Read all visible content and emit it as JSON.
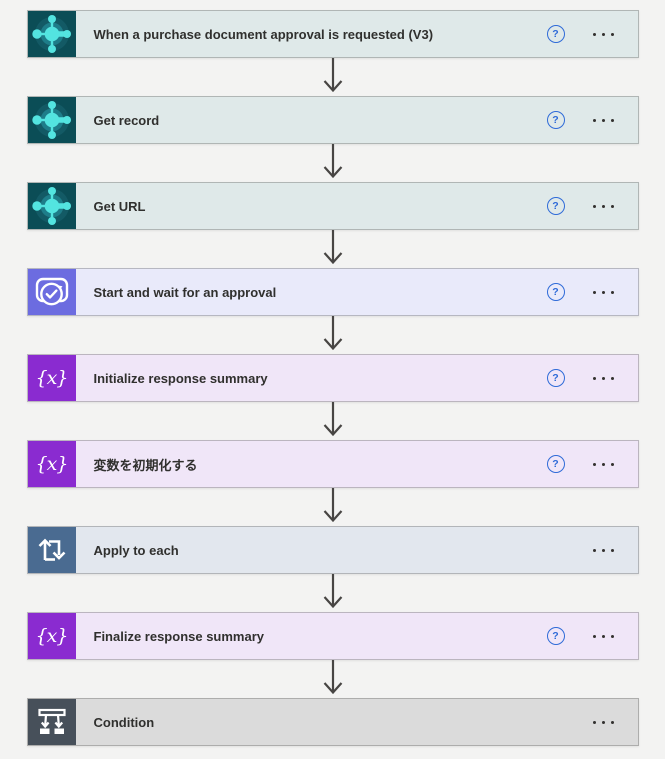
{
  "app": {
    "name": "Power Automate flow designer canvas"
  },
  "theme": {
    "page_bg": "#f3f3f2",
    "text_color": "#30302e",
    "arrow_color": "#474543",
    "help_icon_color": "#2f6bd8",
    "connectors": {
      "business_central": {
        "icon_bg": "#0b4d56",
        "card_bg": "#dfe9e9"
      },
      "approvals": {
        "icon_bg": "#6c6ce0",
        "card_bg": "#e9eafa"
      },
      "variables": {
        "icon_bg": "#8a2bd0",
        "card_bg": "#f0e6f8"
      },
      "apply_to_each": {
        "icon_bg": "#4a6b91",
        "card_bg": "#e2e7ee"
      },
      "condition": {
        "icon_bg": "#47505a",
        "card_bg": "#dbdbdb"
      }
    }
  },
  "glyphs": {
    "help": "?",
    "variable": "{x}"
  },
  "steps": [
    {
      "label": "When a purchase document approval is requested (V3)",
      "icon": "business-central-icon",
      "has_help": true,
      "has_menu": true
    },
    {
      "label": "Get record",
      "icon": "business-central-icon",
      "has_help": true,
      "has_menu": true
    },
    {
      "label": "Get URL",
      "icon": "business-central-icon",
      "has_help": true,
      "has_menu": true
    },
    {
      "label": "Start and wait for an approval",
      "icon": "approvals-icon",
      "has_help": true,
      "has_menu": true
    },
    {
      "label": "Initialize response summary",
      "icon": "variable-icon",
      "has_help": true,
      "has_menu": true
    },
    {
      "label": "変数を初期化する",
      "icon": "variable-icon",
      "has_help": true,
      "has_menu": true
    },
    {
      "label": "Apply to each",
      "icon": "apply-to-each-icon",
      "has_help": false,
      "has_menu": true
    },
    {
      "label": "Finalize response summary",
      "icon": "variable-icon",
      "has_help": true,
      "has_menu": true
    },
    {
      "label": "Condition",
      "icon": "condition-icon",
      "has_help": false,
      "has_menu": true
    }
  ]
}
